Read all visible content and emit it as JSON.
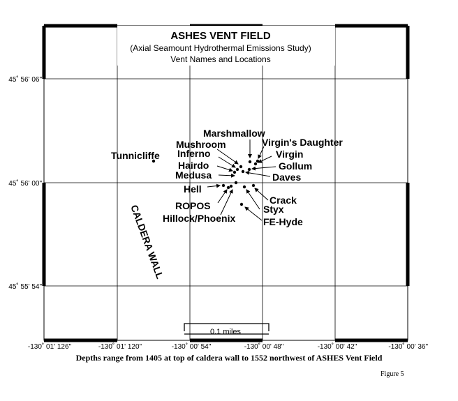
{
  "title": "ASHES VENT FIELD",
  "subtitle": "(Axial Seamount Hydrothermal Emissions Study)",
  "subtitle2": "Vent Names and Locations",
  "lat_labels": [
    "45˚ 56' 06\"",
    "45˚ 56' 00\"",
    "45˚ 55' 54\""
  ],
  "lon_labels": [
    "-130˚ 01' 126\"",
    "-130˚ 01' 120\"",
    "-130˚ 00' 54\"",
    "-130˚ 00' 48\"",
    "-130˚ 00' 42\"",
    "-130˚ 00' 36\""
  ],
  "scale_label": "0.1 miles",
  "caldera_label": "CALDERA WALL",
  "vents": [
    "Tunnicliffe",
    "Marshmallow",
    "Mushroom",
    "Virgin's Daughter",
    "Inferno",
    "Virgin",
    "Hairdo",
    "Gollum",
    "Medusa",
    "Daves",
    "Hell",
    "Crack",
    "ROPOS",
    "Styx",
    "Hillock/Phoenix",
    "FE-Hyde"
  ],
  "footer_note": "Depths range from 1405 at top of caldera wall to 1552 northwest of ASHES Vent Field",
  "figure_label": "Figure 5"
}
